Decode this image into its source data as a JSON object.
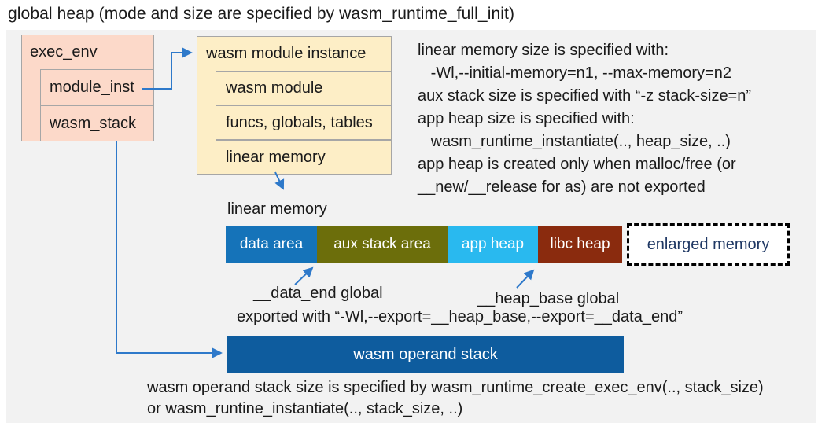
{
  "title": "global heap (mode and size are specified by wasm_runtime_full_init)",
  "exec_env": {
    "header": "exec_env",
    "rows": [
      {
        "label": "module_inst"
      },
      {
        "label": "wasm_stack"
      }
    ]
  },
  "module_instance": {
    "header": "wasm module instance",
    "rows": [
      {
        "label": "wasm module"
      },
      {
        "label": "funcs, globals, tables"
      },
      {
        "label": "linear memory"
      }
    ]
  },
  "notes_right": {
    "lines": [
      "linear memory size is specified with:",
      "   -Wl,--initial-memory=n1, --max-memory=n2",
      "aux stack size is specified with “-z stack-size=n”",
      "app heap size is specified with:",
      "   wasm_runtime_instantiate(.., heap_size, ..)",
      "app heap is created only when malloc/free (or",
      "__new/__release for as) are not exported"
    ]
  },
  "linear_memory": {
    "label": "linear memory",
    "segments": [
      {
        "label": "data area",
        "color": "#1573b9"
      },
      {
        "label": "aux stack area",
        "color": "#6c6e0b"
      },
      {
        "label": "app heap",
        "color": "#29b9ef"
      },
      {
        "label": "libc heap",
        "color": "#8a2b0e"
      }
    ],
    "enlarged": {
      "label": "enlarged memory",
      "text_color": "#1f3864"
    },
    "data_end_label": "__data_end global",
    "heap_base_label": "__heap_base global",
    "export_note": "exported with “-Wl,--export=__heap_base,--export=__data_end”"
  },
  "operand_stack": {
    "label": "wasm operand stack",
    "color": "#0e5c9e",
    "notes": [
      "wasm operand stack size is specified by wasm_runtime_create_exec_env(.., stack_size)",
      "or wasm_runtine_instantiate(.., stack_size, ..)"
    ]
  },
  "colors": {
    "panel_bg": "#f2f2f2",
    "exec_env_fill": "#fcd9c9",
    "module_instance_fill": "#fdeec6",
    "box_border": "#a6a6a6",
    "arrow_blue": "#2e79ca",
    "enlarged_border": "#000000"
  }
}
